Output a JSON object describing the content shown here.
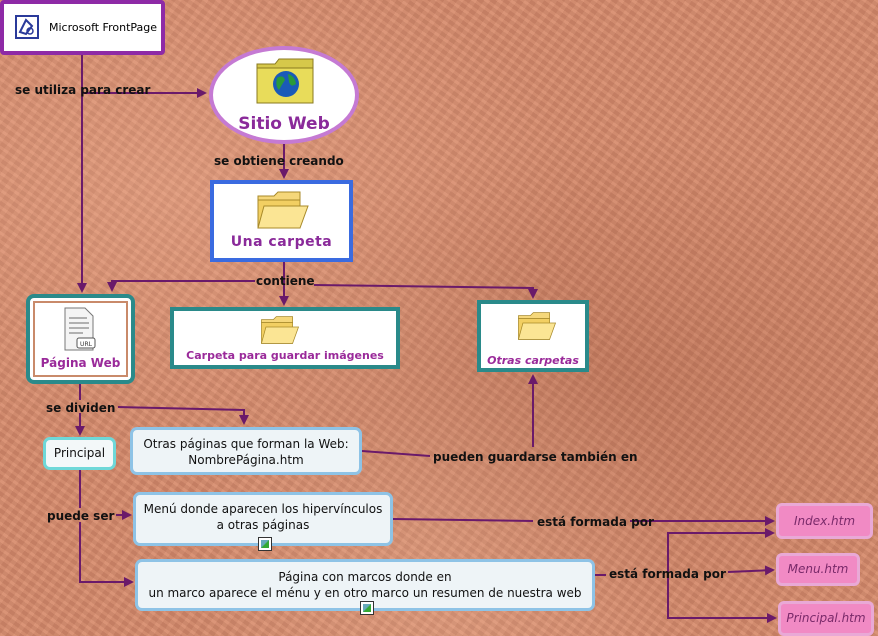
{
  "nodes": {
    "frontpage": "Microsoft FrontPage",
    "sitio_web": "Sitio Web",
    "una_carpeta": "Una carpeta",
    "pagina_web": "Página Web",
    "carpeta_imagenes": "Carpeta para guardar imágenes",
    "otras_carpetas": "Otras carpetas",
    "principal": "Principal",
    "otras_paginas_1": "Otras páginas que forman la Web:",
    "otras_paginas_2": "NombrePágina.htm",
    "menu_1": "Menú donde aparecen los hipervínculos",
    "menu_2": "a otras páginas",
    "marcos_1": "Página con marcos donde en",
    "marcos_2": "un marco aparece el ménu y en otro marco un resumen de nuestra web",
    "index_htm": "Index.htm",
    "menu_htm": "Menu.htm",
    "principal_htm": "Principal.htm",
    "url_badge": "URL"
  },
  "links": {
    "se_utiliza": "se utiliza para crear",
    "se_obtiene": "se obtiene creando",
    "contiene": "contiene",
    "se_dividen": "se dividen",
    "puede_ser": "puede ser",
    "pueden_guardarse": "pueden guardarse también en",
    "formada_1": "está formada por",
    "formada_2": "está formada por"
  },
  "colors": {
    "arrow": "#6a1a6a",
    "purple_text": "#8a2a9a",
    "pink_box": "#f18ac4"
  }
}
